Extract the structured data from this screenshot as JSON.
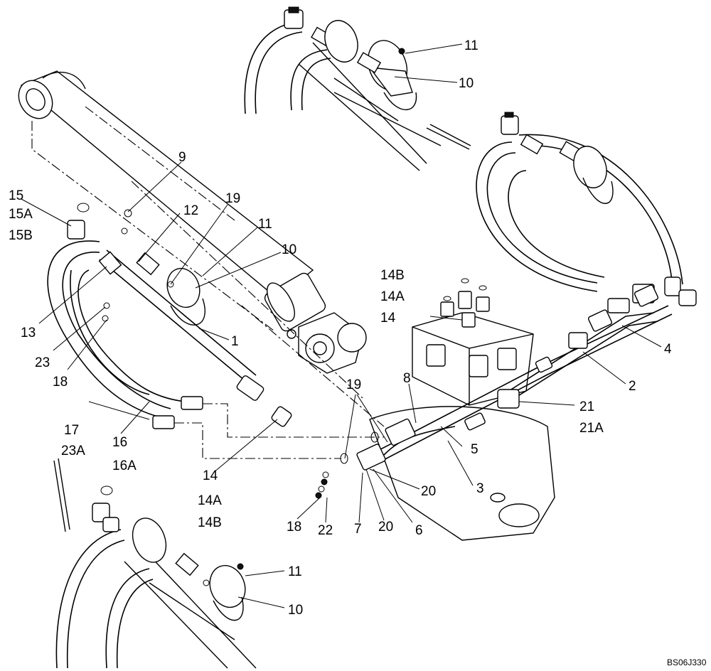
{
  "diagram": {
    "code": "BS06J330",
    "callouts": [
      {
        "id": "c11a",
        "text": "11"
      },
      {
        "id": "c10a",
        "text": "10"
      },
      {
        "id": "c9",
        "text": "9"
      },
      {
        "id": "c15",
        "text": "15"
      },
      {
        "id": "c15A",
        "text": "15A"
      },
      {
        "id": "c15B",
        "text": "15B"
      },
      {
        "id": "c12",
        "text": "12"
      },
      {
        "id": "c19a",
        "text": "19"
      },
      {
        "id": "c11b",
        "text": "11"
      },
      {
        "id": "c10b",
        "text": "10"
      },
      {
        "id": "c13",
        "text": "13"
      },
      {
        "id": "c23",
        "text": "23"
      },
      {
        "id": "c18a",
        "text": "18"
      },
      {
        "id": "c1",
        "text": "1"
      },
      {
        "id": "c14Ba",
        "text": "14B"
      },
      {
        "id": "c14Aa",
        "text": "14A"
      },
      {
        "id": "c14a",
        "text": "14"
      },
      {
        "id": "c4",
        "text": "4"
      },
      {
        "id": "c2",
        "text": "2"
      },
      {
        "id": "c8",
        "text": "8"
      },
      {
        "id": "c19b",
        "text": "19"
      },
      {
        "id": "c21",
        "text": "21"
      },
      {
        "id": "c21A",
        "text": "21A"
      },
      {
        "id": "c17",
        "text": "17"
      },
      {
        "id": "c23A",
        "text": "23A"
      },
      {
        "id": "c16",
        "text": "16"
      },
      {
        "id": "c16A",
        "text": "16A"
      },
      {
        "id": "c5",
        "text": "5"
      },
      {
        "id": "c3",
        "text": "3"
      },
      {
        "id": "c20a",
        "text": "20"
      },
      {
        "id": "c14b",
        "text": "14"
      },
      {
        "id": "c14Ab",
        "text": "14A"
      },
      {
        "id": "c14Bb",
        "text": "14B"
      },
      {
        "id": "c18b",
        "text": "18"
      },
      {
        "id": "c22",
        "text": "22"
      },
      {
        "id": "c7",
        "text": "7"
      },
      {
        "id": "c20b",
        "text": "20"
      },
      {
        "id": "c6",
        "text": "6"
      },
      {
        "id": "c11c",
        "text": "11"
      },
      {
        "id": "c10c",
        "text": "10"
      }
    ]
  }
}
